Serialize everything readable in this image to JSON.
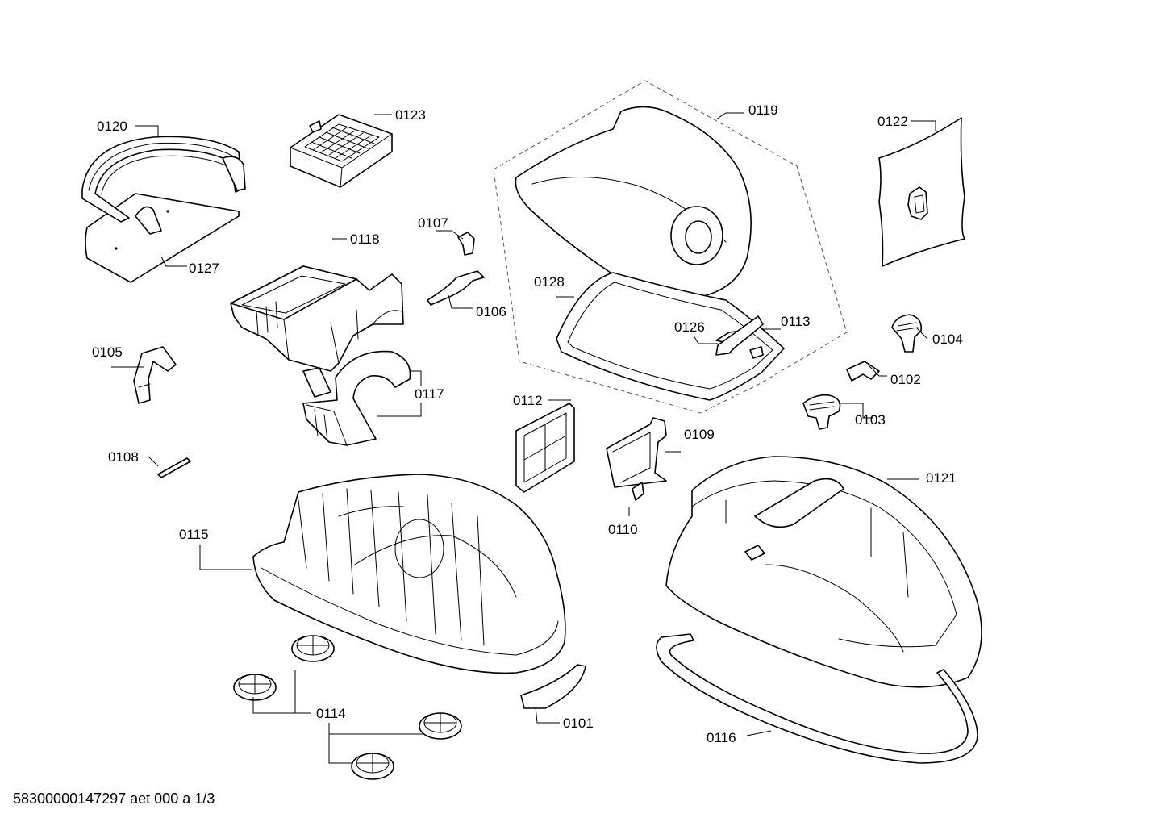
{
  "labels": {
    "p0101": "0101",
    "p0102": "0102",
    "p0103": "0103",
    "p0104": "0104",
    "p0105": "0105",
    "p0106": "0106",
    "p0107": "0107",
    "p0108": "0108",
    "p0109": "0109",
    "p0110": "0110",
    "p0112": "0112",
    "p0113": "0113",
    "p0114": "0114",
    "p0115": "0115",
    "p0116": "0116",
    "p0117": "0117",
    "p0118": "0118",
    "p0119": "0119",
    "p0120": "0120",
    "p0121": "0121",
    "p0122": "0122",
    "p0123": "0123",
    "p0126": "0126",
    "p0127": "0127",
    "p0128": "0128"
  },
  "footer": "58300000147297 aet 000 a 1/3"
}
